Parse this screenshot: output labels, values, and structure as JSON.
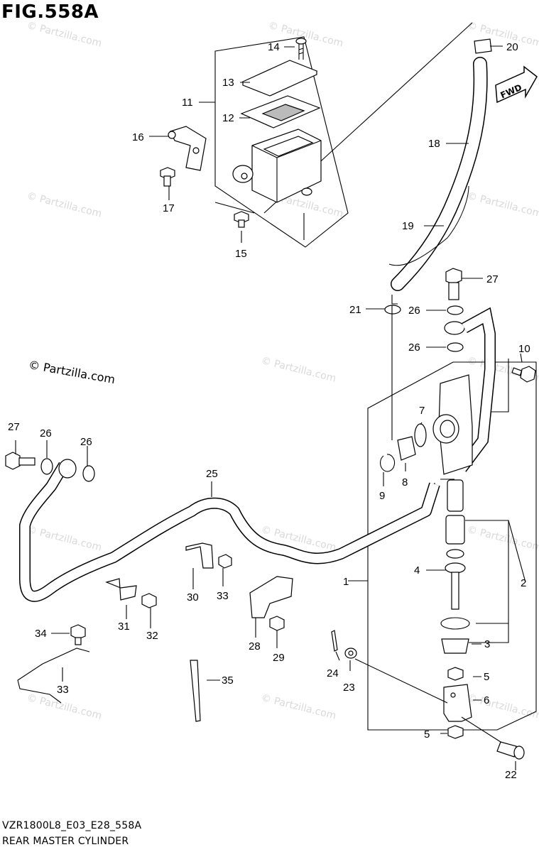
{
  "figure": {
    "title": "FIG.558A",
    "code": "VZR1800L8_E03_E28_558A",
    "name": "REAR MASTER CYLINDER",
    "watermark_main": "© Partzilla.com",
    "watermark_faint": "© Partzilla.com",
    "fwd_label": "FWD"
  },
  "callouts": [
    {
      "id": "c1",
      "label": "1"
    },
    {
      "id": "c2",
      "label": "2"
    },
    {
      "id": "c3",
      "label": "3"
    },
    {
      "id": "c4",
      "label": "4"
    },
    {
      "id": "c5a",
      "label": "5"
    },
    {
      "id": "c5b",
      "label": "5"
    },
    {
      "id": "c6",
      "label": "6"
    },
    {
      "id": "c7",
      "label": "7"
    },
    {
      "id": "c8",
      "label": "8"
    },
    {
      "id": "c9",
      "label": "9"
    },
    {
      "id": "c10",
      "label": "10"
    },
    {
      "id": "c11",
      "label": "11"
    },
    {
      "id": "c12",
      "label": "12"
    },
    {
      "id": "c13",
      "label": "13"
    },
    {
      "id": "c14",
      "label": "14"
    },
    {
      "id": "c15",
      "label": "15"
    },
    {
      "id": "c16",
      "label": "16"
    },
    {
      "id": "c17",
      "label": "17"
    },
    {
      "id": "c18",
      "label": "18"
    },
    {
      "id": "c19",
      "label": "19"
    },
    {
      "id": "c20",
      "label": "20"
    },
    {
      "id": "c21",
      "label": "21"
    },
    {
      "id": "c22",
      "label": "22"
    },
    {
      "id": "c23",
      "label": "23"
    },
    {
      "id": "c24",
      "label": "24"
    },
    {
      "id": "c25",
      "label": "25"
    },
    {
      "id": "c26a",
      "label": "26"
    },
    {
      "id": "c26b",
      "label": "26"
    },
    {
      "id": "c26c",
      "label": "26"
    },
    {
      "id": "c26d",
      "label": "26"
    },
    {
      "id": "c27a",
      "label": "27"
    },
    {
      "id": "c27b",
      "label": "27"
    },
    {
      "id": "c28",
      "label": "28"
    },
    {
      "id": "c29",
      "label": "29"
    },
    {
      "id": "c30",
      "label": "30"
    },
    {
      "id": "c31",
      "label": "31"
    },
    {
      "id": "c32",
      "label": "32"
    },
    {
      "id": "c33a",
      "label": "33"
    },
    {
      "id": "c33b",
      "label": "33"
    },
    {
      "id": "c34",
      "label": "34"
    },
    {
      "id": "c35",
      "label": "35"
    }
  ]
}
